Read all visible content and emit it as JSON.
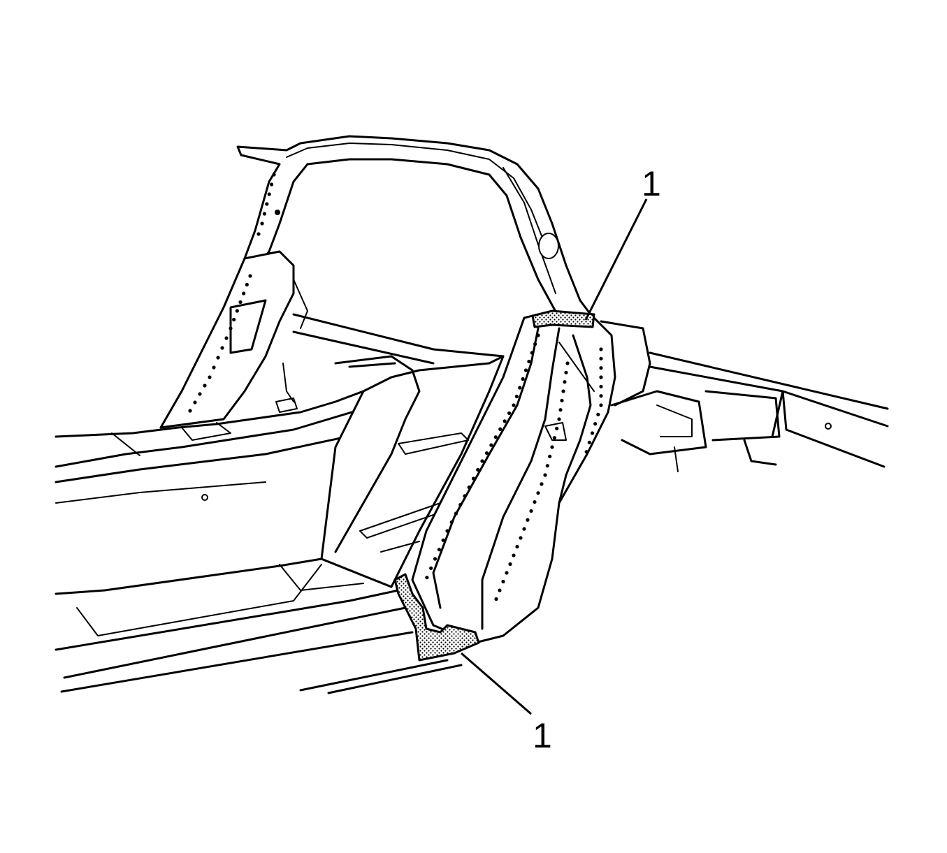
{
  "callouts": [
    {
      "id": "upper",
      "label": "1"
    },
    {
      "id": "lower",
      "label": "1"
    }
  ],
  "colors": {
    "line": "#000000",
    "background": "#ffffff",
    "sealer": "stippled"
  }
}
